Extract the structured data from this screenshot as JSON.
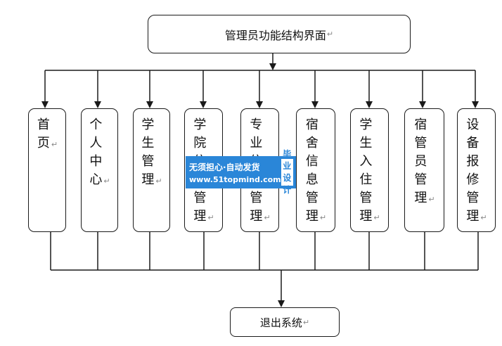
{
  "top_box": {
    "label": "管理员功能结构界面",
    "mark": "↵"
  },
  "modules": [
    {
      "label": "首页"
    },
    {
      "label": "个人中心"
    },
    {
      "label": "学生管理"
    },
    {
      "label": "学院信息管理"
    },
    {
      "label": "专业信息管理"
    },
    {
      "label": "宿舍信息管理"
    },
    {
      "label": "学生入住管理"
    },
    {
      "label": "宿管员管理"
    },
    {
      "label": "设备报修管理"
    }
  ],
  "bottom_box": {
    "label": "退出系统",
    "mark": "↵"
  },
  "watermark": {
    "line1": "无须担心·自动发货",
    "line2": "www.51topmind.com",
    "badge_line1": "毕业",
    "badge_line2": "设计"
  }
}
